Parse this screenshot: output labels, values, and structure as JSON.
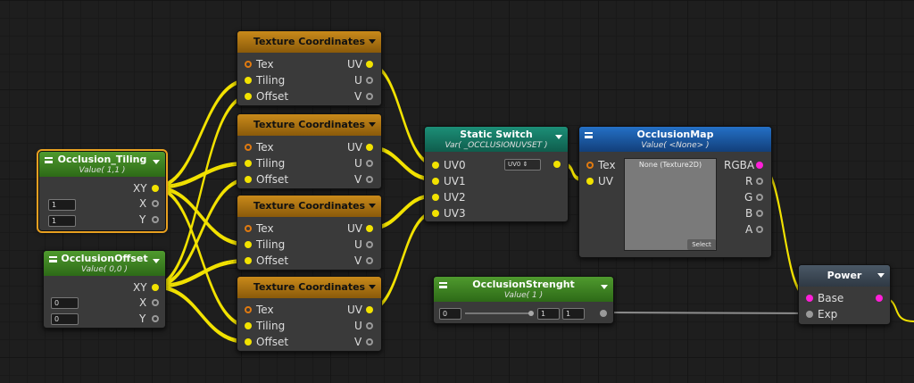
{
  "colors": {
    "wire_yellow": "#f2e200",
    "wire_gray": "#8e8e8e",
    "pin_magenta": "#ff1fd8",
    "selection": "#e8a020"
  },
  "nodes": {
    "occlusion_tiling": {
      "title": "Occlusion_Tiling",
      "subtitle": "Value( 1,1 )",
      "out": "XY",
      "x_label": "X",
      "y_label": "Y",
      "x_value": "1",
      "y_value": "1"
    },
    "occlusion_offset": {
      "title": "OcclusionOffset",
      "subtitle": "Value( 0,0 )",
      "out": "XY",
      "x_label": "X",
      "y_label": "Y",
      "x_value": "0",
      "y_value": "0"
    },
    "tex_coords": [
      {
        "title": "Texture Coordinates",
        "tex": "Tex",
        "tiling": "Tiling",
        "offset": "Offset",
        "uv": "UV",
        "u": "U",
        "v": "V"
      },
      {
        "title": "Texture Coordinates",
        "tex": "Tex",
        "tiling": "Tiling",
        "offset": "Offset",
        "uv": "UV",
        "u": "U",
        "v": "V"
      },
      {
        "title": "Texture Coordinates",
        "tex": "Tex",
        "tiling": "Tiling",
        "offset": "Offset",
        "uv": "UV",
        "u": "U",
        "v": "V"
      },
      {
        "title": "Texture Coordinates",
        "tex": "Tex",
        "tiling": "Tiling",
        "offset": "Offset",
        "uv": "UV",
        "u": "U",
        "v": "V"
      }
    ],
    "static_switch": {
      "title": "Static Switch",
      "subtitle": "Var( _OCCLUSIONUVSET )",
      "combo_value": "UV0 ⇕",
      "inputs": [
        "UV0",
        "UV1",
        "UV2",
        "UV3"
      ]
    },
    "occlusion_map": {
      "title": "OcclusionMap",
      "subtitle": "Value( <None> )",
      "tex": "Tex",
      "uv": "UV",
      "texture_label": "None (Texture2D)",
      "select": "Select",
      "outputs": [
        "RGBA",
        "R",
        "G",
        "B",
        "A"
      ]
    },
    "occlusion_strength": {
      "title": "OcclusionStrenght",
      "subtitle": "Value( 1 )",
      "min": "0",
      "value": "1",
      "max": "1"
    },
    "power": {
      "title": "Power",
      "base": "Base",
      "exp": "Exp"
    }
  }
}
